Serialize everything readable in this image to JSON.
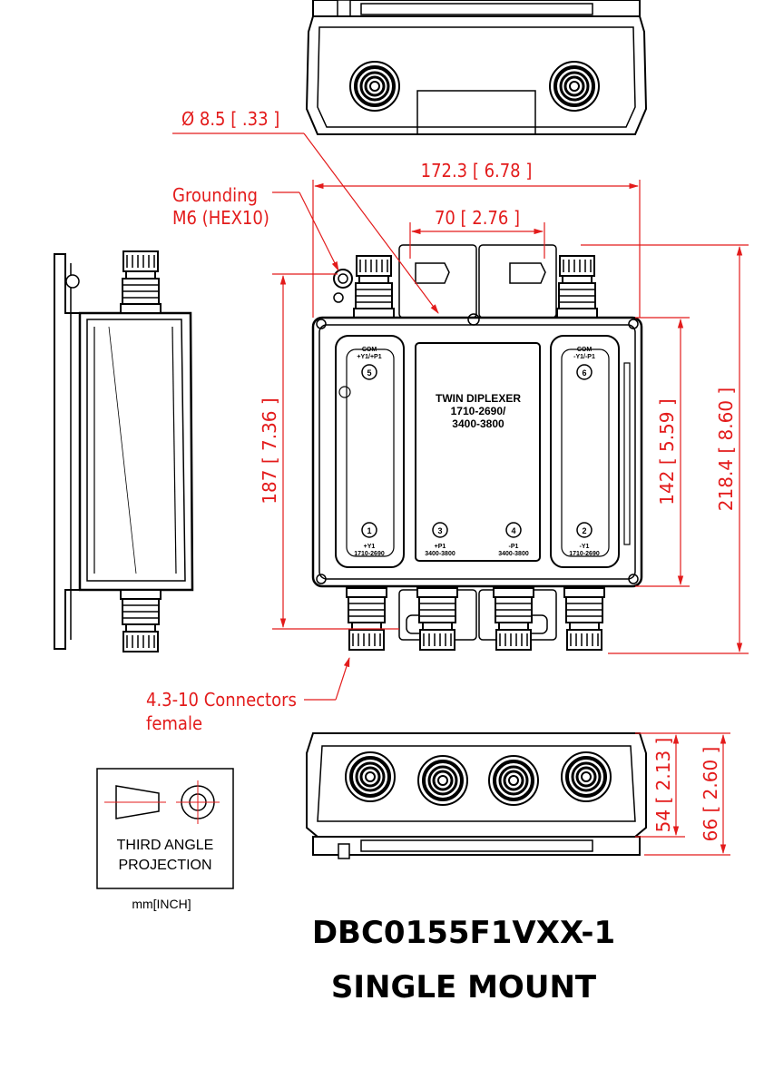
{
  "dimensions": {
    "hole_diameter": "Ø  8.5 [ .33 ]",
    "width_overall": "172.3 [ 6.78 ]",
    "bracket_spacing": "70 [ 2.76 ]",
    "height_mount": "187 [ 7.36 ]",
    "height_body": "142 [ 5.59 ]",
    "height_overall": "218.4 [ 8.60 ]",
    "depth_body": "54 [ 2.13 ]",
    "depth_overall": "66 [ 2.60 ]"
  },
  "callouts": {
    "grounding_line1": "Grounding",
    "grounding_line2": "M6 (HEX10)",
    "connectors_line1": "4.3-10 Connectors",
    "connectors_line2": "female"
  },
  "device": {
    "name_line1": "TWIN DIPLEXER",
    "name_line2": "1710-2690/",
    "name_line3": "3400-3800",
    "ports": [
      {
        "num": "5",
        "label1": "COM",
        "label2": "+Y1/+P1"
      },
      {
        "num": "6",
        "label1": "COM",
        "label2": "-Y1/-P1"
      },
      {
        "num": "1",
        "label1": "+Y1",
        "label2": "1710-2690"
      },
      {
        "num": "3",
        "label1": "+P1",
        "label2": "3400-3800"
      },
      {
        "num": "4",
        "label1": "-P1",
        "label2": "3400-3800"
      },
      {
        "num": "2",
        "label1": "-Y1",
        "label2": "1710-2690"
      }
    ]
  },
  "projection": {
    "line1": "THIRD ANGLE",
    "line2": "PROJECTION",
    "units": "mm[INCH]"
  },
  "title": {
    "line1": "DBC0155F1VXX-1",
    "line2": "SINGLE MOUNT"
  },
  "colors": {
    "dimension": "#e31b1b",
    "outline": "#000000"
  }
}
